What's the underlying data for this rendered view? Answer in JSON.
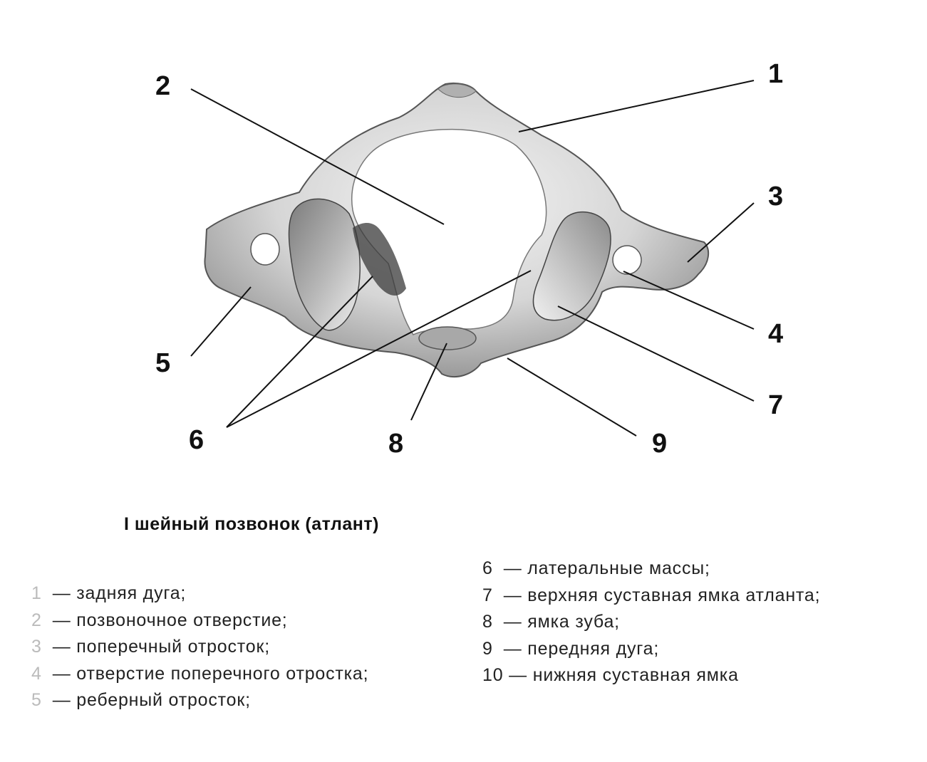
{
  "caption": "I шейный позвонок (атлант)",
  "callouts": {
    "c1": "1",
    "c2": "2",
    "c3": "3",
    "c4": "4",
    "c5": "5",
    "c6": "6",
    "c7": "7",
    "c8": "8",
    "c9": "9"
  },
  "legend": {
    "left": [
      {
        "num": "1",
        "text": "— задняя дуга;"
      },
      {
        "num": "2",
        "text": "— позвоночное отверстие;"
      },
      {
        "num": "3",
        "text": "— поперечный отросток;"
      },
      {
        "num": "4",
        "text": "— отверстие поперечного отростка;"
      },
      {
        "num": "5",
        "text": "— реберный отросток;"
      }
    ],
    "right": [
      {
        "num": "6",
        "text": "— латеральные массы;"
      },
      {
        "num": "7",
        "text": "— верхняя суставная ямка атланта;"
      },
      {
        "num": "8",
        "text": "— ямка зуба;"
      },
      {
        "num": "9",
        "text": "— передняя дуга;"
      },
      {
        "num": "10",
        "text": "— нижняя суставная ямка"
      }
    ]
  },
  "colors": {
    "bone_light": "#f2f2f2",
    "bone_mid": "#c9c9c9",
    "bone_dark": "#7a7a7a",
    "ink": "#111111"
  }
}
